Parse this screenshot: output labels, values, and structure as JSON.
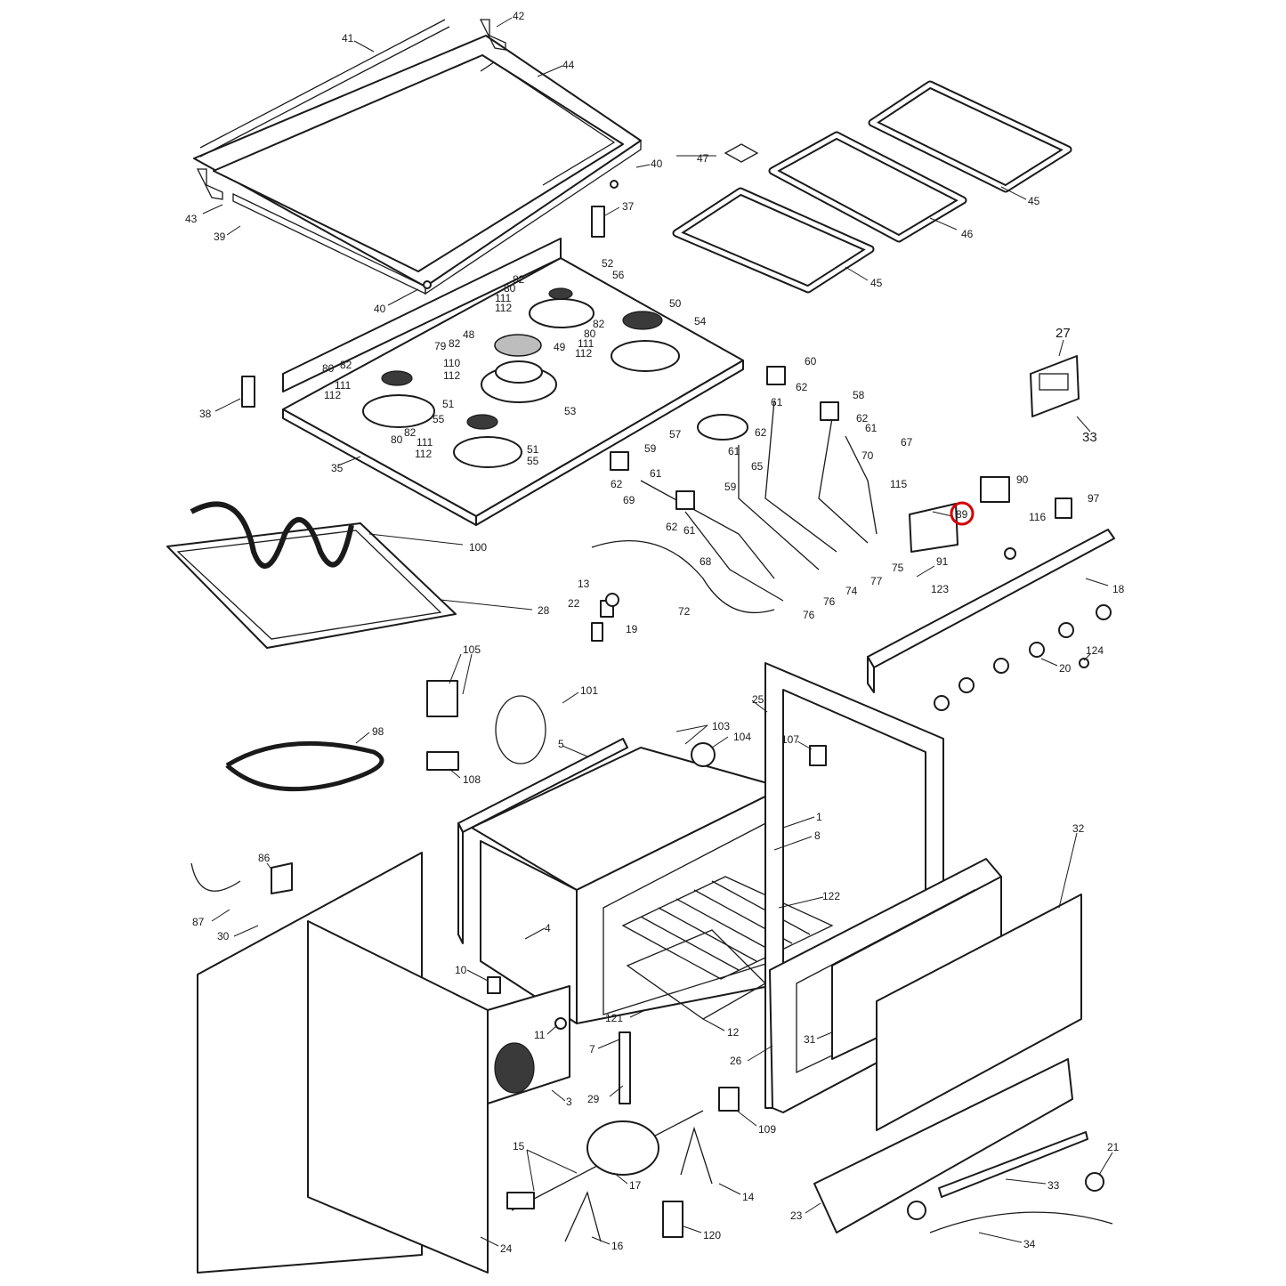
{
  "labels": {
    "41": "41",
    "42": "42",
    "44": "44",
    "40a": "40",
    "37": "37",
    "43": "43",
    "39": "39",
    "40b": "40",
    "47": "47",
    "45a": "45",
    "46": "46",
    "45b": "45",
    "52": "52",
    "56": "56",
    "82a": "82",
    "80a": "80",
    "111a": "111",
    "112a": "112",
    "50": "50",
    "54": "54",
    "82b": "82",
    "80b": "80",
    "111b": "111",
    "112b": "112",
    "48": "48",
    "49": "49",
    "79": "79",
    "82c": "82",
    "110": "110",
    "112c": "112",
    "80c": "80",
    "82d": "82",
    "111c": "111",
    "112d": "112",
    "38": "38",
    "51a": "51",
    "55a": "55",
    "53": "53",
    "82e": "82",
    "80d": "80",
    "111d": "111",
    "112e": "112",
    "51b": "51",
    "55b": "55",
    "35": "35",
    "60": "60",
    "62a": "62",
    "61a": "61",
    "58": "58",
    "62b": "62",
    "61b": "61",
    "67": "67",
    "57": "57",
    "62c": "62",
    "61c": "61",
    "65": "65",
    "70": "70",
    "59a": "59",
    "61d": "61",
    "62d": "62",
    "69": "69",
    "59b": "59",
    "62e": "62",
    "61e": "61",
    "68": "68",
    "72": "72",
    "115": "115",
    "90": "90",
    "97": "97",
    "89": "89",
    "116": "116",
    "75": "75",
    "91": "91",
    "77": "77",
    "74": "74",
    "76a": "76",
    "76b": "76",
    "123": "123",
    "18": "18",
    "124": "124",
    "20": "20",
    "27": "27",
    "33a": "33",
    "100": "100",
    "28": "28",
    "13": "13",
    "22": "22",
    "19": "19",
    "105": "105",
    "101": "101",
    "103": "103",
    "104": "104",
    "98": "98",
    "5": "5",
    "108": "108",
    "25": "25",
    "107": "107",
    "1": "1",
    "8": "8",
    "122": "122",
    "32": "32",
    "86": "86",
    "87": "87",
    "30": "30",
    "4": "4",
    "10": "10",
    "11": "11",
    "121": "121",
    "12": "12",
    "31": "31",
    "7": "7",
    "26": "26",
    "3": "3",
    "29": "29",
    "109": "109",
    "15": "15",
    "17": "17",
    "14": "14",
    "16": "16",
    "120": "120",
    "24": "24",
    "23": "23",
    "33b": "33",
    "34": "34",
    "21": "21"
  },
  "highlight": {
    "part": "89",
    "color": "#d40000"
  }
}
